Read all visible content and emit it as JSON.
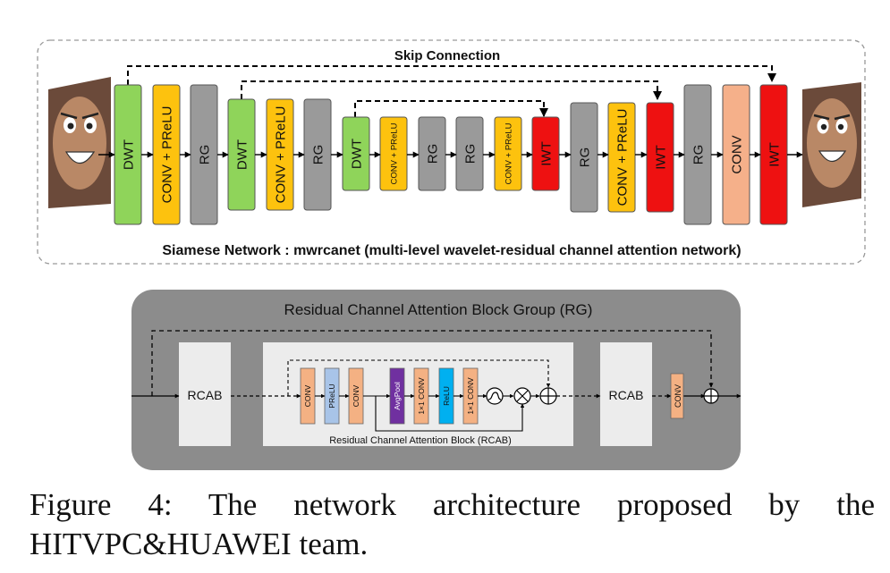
{
  "network": {
    "skip_label": "Skip Connection",
    "title": "Siamese Network : mwrcanet (multi-level wavelet-residual channel attention network)",
    "blocks": [
      {
        "label": "DWT",
        "type": "dwt"
      },
      {
        "label": "CONV + PReLU",
        "type": "conv"
      },
      {
        "label": "RG",
        "type": "rg"
      },
      {
        "label": "DWT",
        "type": "dwt"
      },
      {
        "label": "CONV + PReLU",
        "type": "conv"
      },
      {
        "label": "RG",
        "type": "rg"
      },
      {
        "label": "DWT",
        "type": "dwt"
      },
      {
        "label": "CONV + PReLU",
        "type": "conv"
      },
      {
        "label": "RG",
        "type": "rg"
      },
      {
        "label": "RG",
        "type": "rg"
      },
      {
        "label": "CONV + PReLU",
        "type": "conv"
      },
      {
        "label": "IWT",
        "type": "iwt"
      },
      {
        "label": "RG",
        "type": "rg"
      },
      {
        "label": "CONV + PReLU",
        "type": "conv"
      },
      {
        "label": "IWT",
        "type": "iwt"
      },
      {
        "label": "RG",
        "type": "rg"
      },
      {
        "label": "CONV",
        "type": "convfinal"
      },
      {
        "label": "IWT",
        "type": "iwt"
      }
    ]
  },
  "rg": {
    "title": "Residual Channel Attention Block Group (RG)",
    "rcab_left": "RCAB",
    "rcab_right": "RCAB",
    "conv_label": "CONV",
    "rcab_caption": "Residual Channel Attention Block (RCAB)",
    "rcab_blocks": [
      {
        "label": "CONV",
        "type": "conv"
      },
      {
        "label": "PReLU",
        "type": "prelu"
      },
      {
        "label": "CONV",
        "type": "conv"
      },
      {
        "label": "AvgPool",
        "type": "avgpool"
      },
      {
        "label": "1×1 CONV",
        "type": "conv"
      },
      {
        "label": "ReLU",
        "type": "relu"
      },
      {
        "label": "1×1 CONV",
        "type": "conv"
      }
    ]
  },
  "colors": {
    "dwt": "#8fd45a",
    "conv": "#fdc20e",
    "rg": "#9a9a9a",
    "iwt": "#ee1111",
    "convfinal": "#f5b08a",
    "rg_panel": "#8c8c8c",
    "rg_inner": "#ececec",
    "rcab_conv": "#f4b183",
    "prelu": "#a8c4e8",
    "avgpool": "#7030a0",
    "relu": "#00b0f0"
  },
  "caption": {
    "line1": "Figure 4:  The network architecture proposed by the",
    "line2": "HITVPC&HUAWEI team."
  }
}
